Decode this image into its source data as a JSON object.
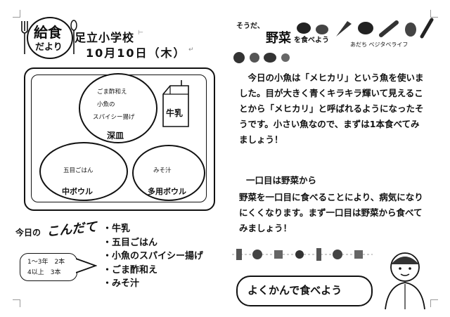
{
  "header": {
    "logo_line1": "給食",
    "logo_line2": "だより",
    "school": "足立小学校",
    "date": "10月10日（木）"
  },
  "tray": {
    "fukazara": {
      "lines": [
        "ごま酢和え",
        "小魚の",
        "スパイシー揚げ"
      ],
      "label": "深皿"
    },
    "gyunyu": "牛乳",
    "chuboru": {
      "food": "五目ごはん",
      "label": "中ボウル"
    },
    "tayoboru": {
      "food": "みそ汁",
      "label": "多用ボウル"
    }
  },
  "kondate": {
    "title_a": "今日の",
    "title_b": "こんだて",
    "items": [
      "・牛乳",
      "・五目ごはん",
      "・小魚のスパイシー揚げ",
      "・ごま酢和え",
      "・みそ汁"
    ],
    "bubble": [
      "1〜3年　2本",
      "4以上　3本"
    ]
  },
  "right": {
    "banner_a": "そうだ、",
    "banner_b": "野菜",
    "banner_c": "を食べよう",
    "banner_sub": "あだち ベジタベライフ",
    "para1": [
      "今日の小魚は「メヒカリ」という魚を使いま",
      "した。目が大きく青くキラキラ輝いて見えるこ",
      "とから「メヒカリ」と呼ばれるようになったそ",
      "うです。小さい魚なので、まずは1本食べてみ",
      "ましょう！"
    ],
    "heading2": "一口目は野菜から",
    "para2": [
      "野菜を一口目に食べることにより、病気になり",
      "にくくなります。まず一口目は野菜から食べて",
      "みましょう！"
    ],
    "bottom_sign": "よくかんで食べよう"
  }
}
